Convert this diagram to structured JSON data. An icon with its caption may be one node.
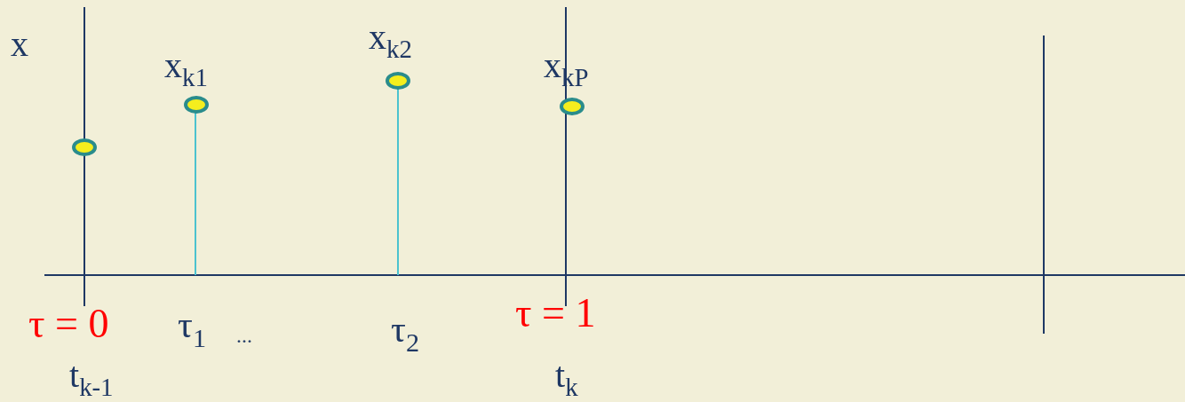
{
  "diagram": {
    "labels": [
      "x",
      "x$_{k2}$",
      "x$_{k1}$",
      "x$_{kP}$",
      "τ = 0",
      "τ$_{1}$",
      "...",
      "τ$_{2}$",
      "τ = 1",
      "t$_{k-1}$",
      "t$_{k}$"
    ]
  }
}
